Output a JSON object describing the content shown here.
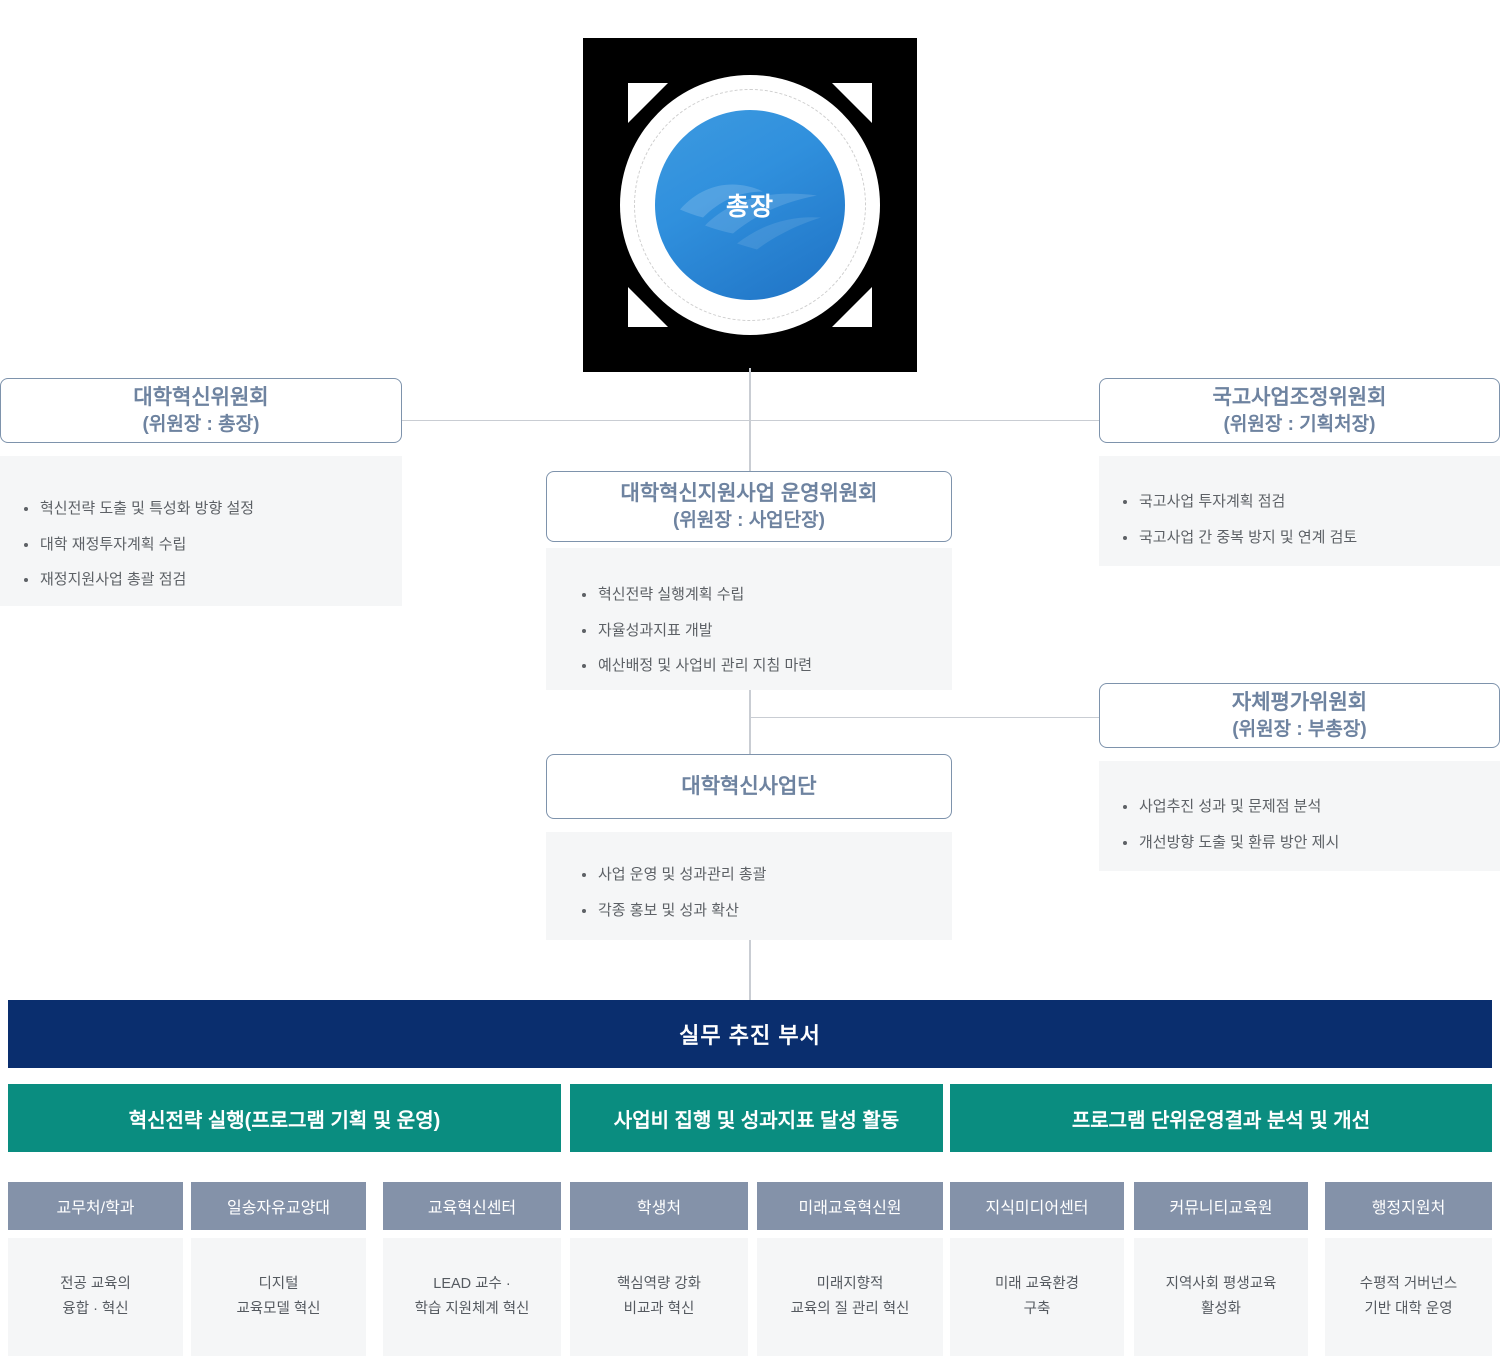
{
  "president": {
    "label": "총장",
    "logo_icon": "wave-logo-watermark"
  },
  "nodes": {
    "left_committee": {
      "title": "대학혁신위원회",
      "subtitle": "(위원장 : 총장)",
      "bullets": [
        "혁신전략 도출 및 특성화 방향 설정",
        "대학 재정투자계획 수립",
        "재정지원사업 총괄 점검"
      ]
    },
    "right_committee_top": {
      "title": "국고사업조정위원회",
      "subtitle": "(위원장 : 기획처장)",
      "bullets": [
        "국고사업 투자계획 점검",
        "국고사업 간 중복 방지 및 연계 검토"
      ]
    },
    "center_committee": {
      "title": "대학혁신지원사업 운영위원회",
      "subtitle": "(위원장 : 사업단장)",
      "bullets": [
        "혁신전략 실행계획 수립",
        "자율성과지표 개발",
        "예산배정 및 사업비 관리 지침 마련"
      ]
    },
    "right_committee_bottom": {
      "title": "자체평가위원회",
      "subtitle": "(위원장 : 부총장)",
      "bullets": [
        "사업추진 성과 및 문제점 분석",
        "개선방향 도출 및 환류 방안 제시"
      ]
    },
    "center_bureau": {
      "title": "대학혁신사업단",
      "subtitle": "",
      "bullets": [
        "사업 운영 및 성과관리 총괄",
        "각종 홍보 및 성과 확산"
      ]
    }
  },
  "navy_band": {
    "label": "실무 추진 부서"
  },
  "groups": [
    {
      "label": "혁신전략 실행(프로그램 기획 및 운영)"
    },
    {
      "label": "사업비 집행 및 성과지표 달성 활동"
    },
    {
      "label": "프로그램 단위운영결과 분석 및 개선"
    }
  ],
  "departments": [
    {
      "name": "교무처/학과",
      "desc": "전공 교육의\n융합 · 혁신"
    },
    {
      "name": "일송자유교양대",
      "desc": "디지털\n교육모델 혁신"
    },
    {
      "name": "교육혁신센터",
      "desc": "LEAD 교수 ·\n학습 지원체계 혁신"
    },
    {
      "name": "학생처",
      "desc": "핵심역량 강화\n비교과 혁신"
    },
    {
      "name": "미래교육혁신원",
      "desc": "미래지향적\n교육의 질 관리 혁신"
    },
    {
      "name": "지식미디어센터",
      "desc": "미래 교육환경\n구축"
    },
    {
      "name": "커뮤니티교육원",
      "desc": "지역사회 평생교육\n활성화"
    },
    {
      "name": "행정지원처",
      "desc": "수평적 거버넌스\n기반 대학 운영"
    }
  ],
  "colors": {
    "navy": "#0a2e6e",
    "teal": "#0a8d80",
    "dept_header": "#8492a9",
    "box_border": "#7e93ac",
    "box_text": "#6e83a0",
    "panel_bg": "#f5f6f7",
    "line": "#c9cdd3",
    "circle_blue": "#3090dd"
  }
}
